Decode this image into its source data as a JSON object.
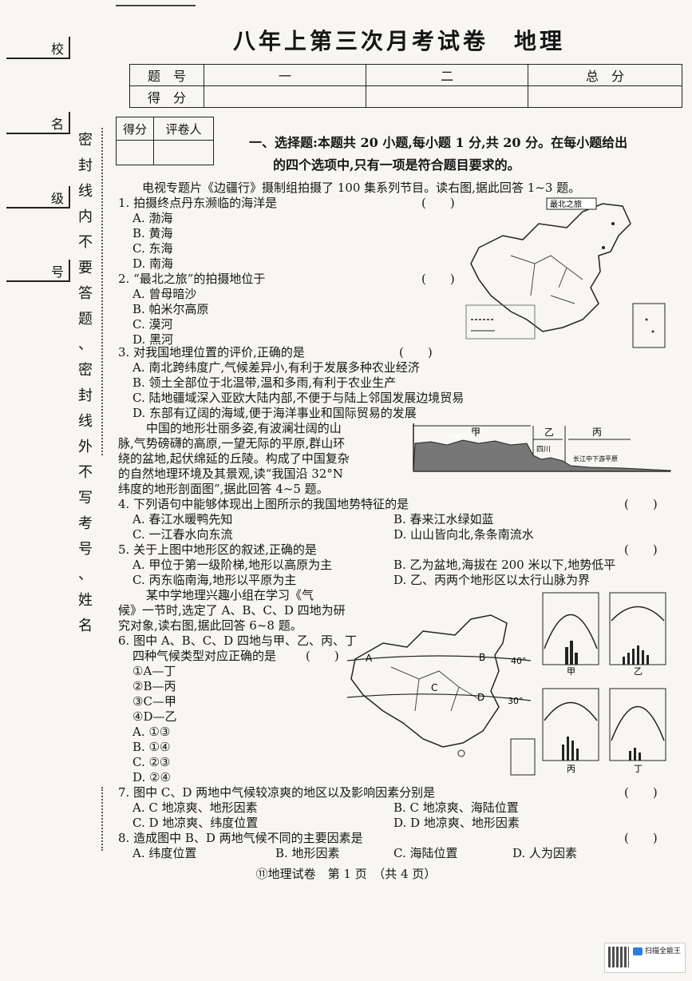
{
  "binding": {
    "labels": [
      "校",
      "名",
      "级",
      "号"
    ],
    "seal_text": [
      "密",
      "封",
      "线",
      "内",
      "不",
      "要",
      "答",
      "题",
      "、",
      "密",
      "封",
      "线",
      "外",
      "不",
      "写",
      "考",
      "号",
      "、",
      "姓",
      "名"
    ]
  },
  "title": "八年上第三次月考试卷　地理",
  "score_table": {
    "row1": [
      "题　号",
      "一",
      "二",
      "总　分"
    ],
    "row2": [
      "得　分",
      "",
      "",
      ""
    ]
  },
  "grader": [
    "得分",
    "评卷人"
  ],
  "section1": {
    "heading_line1": "一、选择题:本题共 20 小题,每小题 1 分,共 20 分。在每小题给出",
    "heading_line2": "的四个选项中,只有一项是符合题目要求的。"
  },
  "intro1": "电视专题片《边疆行》摄制组拍摄了 100 集系列节目。读右图,据此回答 1~3 题。",
  "questions": [
    {
      "stem": "1. 拍摄终点丹东濒临的海洋是",
      "bracket": "(　　)",
      "options": [
        "A. 渤海",
        "B. 黄海",
        "C. 东海",
        "D. 南海"
      ]
    },
    {
      "stem": "2. “最北之旅”的拍摄地位于",
      "bracket": "(　　)",
      "options": [
        "A. 曾母暗沙",
        "B. 帕米尔高原",
        "C. 漠河",
        "D. 黑河"
      ]
    },
    {
      "stem": "3. 对我国地理位置的评价,正确的是",
      "bracket": "(　　)",
      "options": [
        "A. 南北跨纬度广,气候差异小,有利于发展多种农业经济",
        "B. 领土全部位于北温带,温和多雨,有利于农业生产",
        "C. 陆地疆域深入亚欧大陆内部,不便于与陆上邻国发展边境贸易",
        "D. 东部有辽阔的海域,便于海洋事业和国际贸易的发展"
      ]
    }
  ],
  "intro2": [
    "中国的地形壮丽多姿,有波澜壮阔的山",
    "脉,气势磅礴的高原,一望无际的平原,群山环",
    "绕的盆地,起伏绵延的丘陵。构成了中国复杂",
    "的自然地理环境及其景观,读“我国沿 32°N",
    "纬度的地形剖面图”,据此回答 4~5 题。"
  ],
  "q4": {
    "stem": "4. 下列语句中能够体现出上图所示的我国地势特征的是",
    "bracket": "(　　)",
    "options": [
      "A. 春江水暖鸭先知",
      "B. 春来江水绿如蓝",
      "C. 一江春水向东流",
      "D. 山山皆向北,条条南流水"
    ]
  },
  "q5": {
    "stem": "5. 关于上图中地形区的叙述,正确的是",
    "bracket": "(　　)",
    "options": [
      "A. 甲位于第一级阶梯,地形以高原为主",
      "B. 乙为盆地,海拔在 200 米以下,地势低平",
      "C. 丙东临南海,地形以平原为主",
      "D. 乙、丙两个地形区以太行山脉为界"
    ]
  },
  "intro3": [
    "某中学地理兴趣小组在学习《气",
    "候》一节时,选定了 A、B、C、D 四地为研",
    "究对象,读右图,据此回答 6~8 题。"
  ],
  "q6": {
    "stem1": "6. 图中 A、B、C、D 四地与甲、乙、丙、丁",
    "stem2": "四种气候类型对应正确的是",
    "bracket": "(　　)",
    "pairs": [
      "①A—丁",
      "②B—丙",
      "③C—甲",
      "④D—乙"
    ],
    "options": [
      "A. ①③",
      "B. ①④",
      "C. ②③",
      "D. ②④"
    ]
  },
  "q7": {
    "stem": "7. 图中 C、D 两地中气候较凉爽的地区以及影响因素分别是",
    "bracket": "(　　)",
    "options": [
      "A. C 地凉爽、地形因素",
      "B. C 地凉爽、海陆位置",
      "C. D 地凉爽、纬度位置",
      "D. D 地凉爽、地形因素"
    ]
  },
  "q8": {
    "stem": "8. 造成图中 B、D 两地气候不同的主要因素是",
    "bracket": "(　　)",
    "options": [
      "A. 纬度位置",
      "B. 地形因素",
      "C. 海陆位置",
      "D. 人为因素"
    ]
  },
  "map1": {
    "label": "最北之旅"
  },
  "profile": {
    "labels": {
      "jia": "甲",
      "yi": "乙",
      "bing": "丙",
      "qingzang": "青藏高原",
      "sichuan": "四川",
      "changjiang": "长江中下游平原"
    }
  },
  "map2": {
    "points": [
      "A",
      "B",
      "C",
      "D"
    ],
    "lat": [
      "40°",
      "30°"
    ]
  },
  "climate_charts": [
    "甲",
    "乙",
    "丙",
    "丁"
  ],
  "footer": "⑪地理试卷　第 1 页　（共 4 页）",
  "scanner": "扫描全能王"
}
